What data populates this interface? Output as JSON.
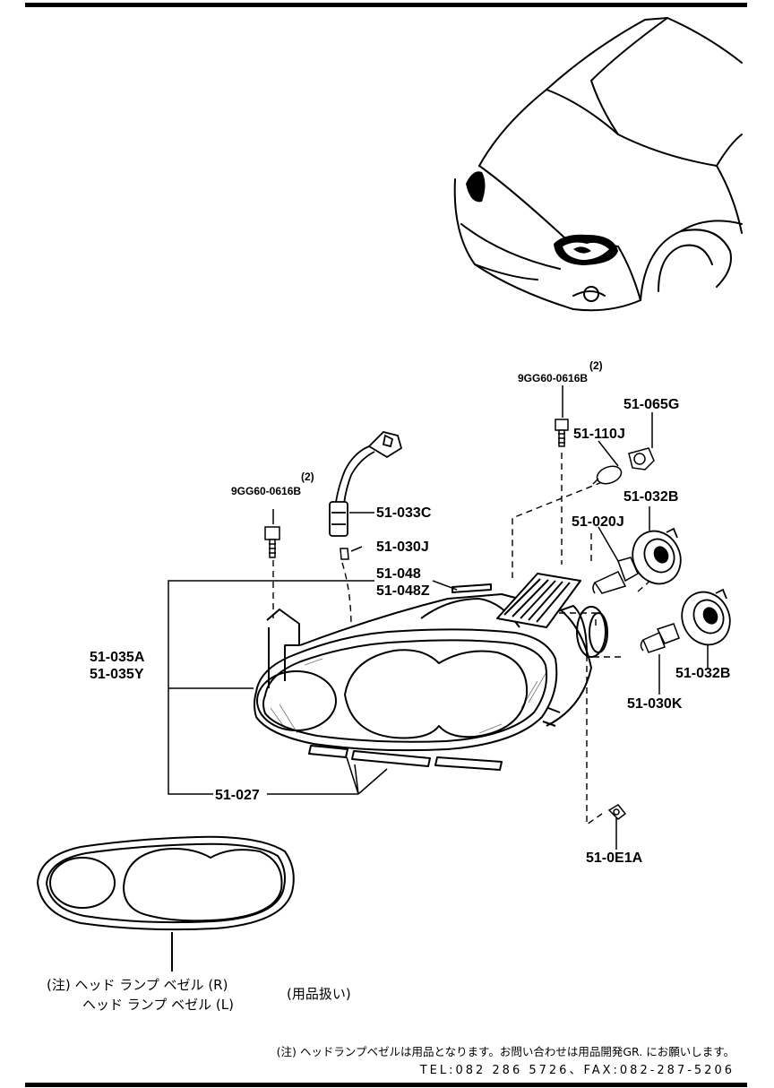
{
  "callouts": {
    "bolt_qty_right": "(2)",
    "bolt_right": "9GG60-0616B",
    "bolt_qty_left": "(2)",
    "bolt_left": "9GG60-0616B",
    "p_51_065G": "51-065G",
    "p_51_110J": "51-110J",
    "p_51_032B_upper": "51-032B",
    "p_51_020J": "51-020J",
    "p_51_033C": "51-033C",
    "p_51_030J": "51-030J",
    "p_51_048": "51-048",
    "p_51_048Z": "51-048Z",
    "p_51_035A": "51-035A",
    "p_51_035Y": "51-035Y",
    "p_51_032B_lower": "51-032B",
    "p_51_030K": "51-030K",
    "p_51_027": "51-027",
    "p_51_0E1A": "51-0E1A"
  },
  "bezel_note": {
    "line1": "(注) ヘッド ランプ ベゼル (R)",
    "line2": "ヘッド ランプ ベゼル (L)",
    "suffix": "(用品扱い)"
  },
  "footer": {
    "note": "(注) ヘッドランプベゼルは用品となります。お問い合わせは用品開発GR. にお願いします。",
    "tel": "TEL:082 286 5726、FAX:082-287-5206"
  }
}
